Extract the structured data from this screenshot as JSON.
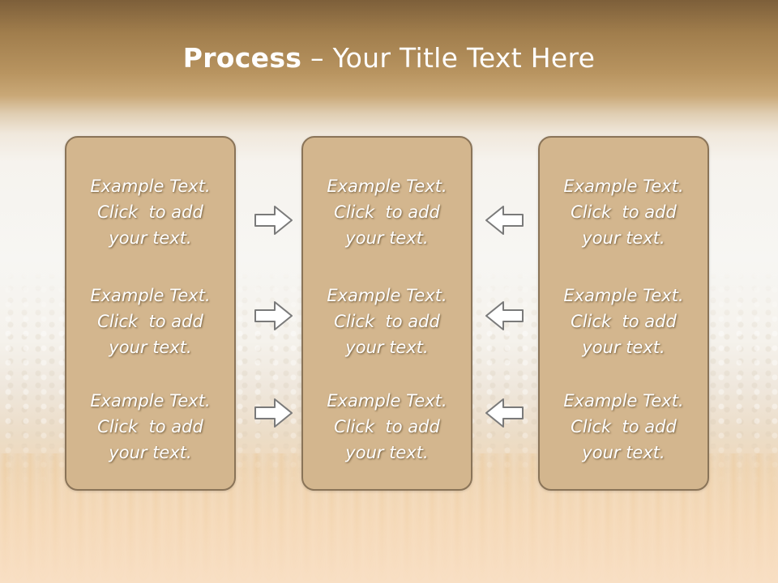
{
  "title": {
    "bold": "Process",
    "rest": " – Your Title Text Here"
  },
  "panels": [
    {
      "blocks": [
        {
          "line1": "Example Text.",
          "line2": "Click  to add",
          "line3": "your text."
        },
        {
          "line1": "Example Text.",
          "line2": "Click  to add",
          "line3": "your text."
        },
        {
          "line1": "Example Text.",
          "line2": "Click  to add",
          "line3": "your text."
        }
      ]
    },
    {
      "blocks": [
        {
          "line1": "Example Text.",
          "line2": "Click  to add",
          "line3": "your text."
        },
        {
          "line1": "Example Text.",
          "line2": "Click  to add",
          "line3": "your text."
        },
        {
          "line1": "Example Text.",
          "line2": "Click  to add",
          "line3": "your text."
        }
      ]
    },
    {
      "blocks": [
        {
          "line1": "Example Text.",
          "line2": "Click  to add",
          "line3": "your text."
        },
        {
          "line1": "Example Text.",
          "line2": "Click  to add",
          "line3": "your text."
        },
        {
          "line1": "Example Text.",
          "line2": "Click  to add",
          "line3": "your text."
        }
      ]
    }
  ],
  "arrows": {
    "left_column": [
      "right-arrow-icon",
      "right-arrow-icon",
      "right-arrow-icon"
    ],
    "right_column": [
      "left-arrow-icon",
      "left-arrow-icon",
      "left-arrow-icon"
    ]
  },
  "colors": {
    "panel_fill": "#d3b68e",
    "panel_border": "#8a7458",
    "title_text": "#ffffff",
    "body_text": "#ffffff",
    "arrow_stroke": "#7a7a7a"
  }
}
